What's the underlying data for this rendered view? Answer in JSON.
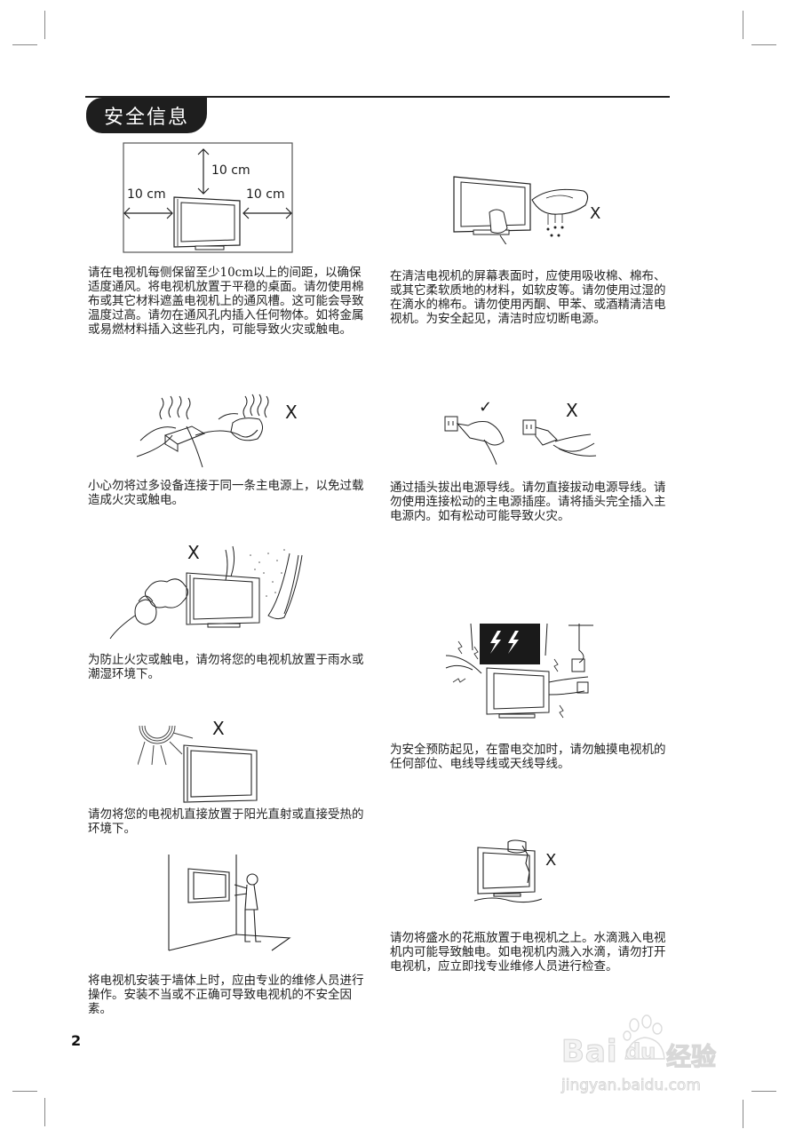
{
  "page": {
    "section_title": "安全信息",
    "page_number": "2"
  },
  "clearance_diagram": {
    "top_label": "10 cm",
    "left_label": "10 cm",
    "right_label": "10 cm"
  },
  "illustration_marks": {
    "not_allowed": "X",
    "allowed": "✓"
  },
  "left_column": [
    {
      "id": "ventilation",
      "text": "请在电视机每侧保留至少10cm以上的间距，以确保适度通风。将电视机放置于平稳的桌面。请勿使用棉布或其它材料遮盖电视机上的通风槽。这可能会导致温度过高。请勿在通风孔内插入任何物体。如将金属或易燃材料插入这些孔内，可能导致火灾或触电。"
    },
    {
      "id": "overload",
      "text": "小心勿将过多设备连接于同一条主电源上，以免过载造成火灾或触电。"
    },
    {
      "id": "moisture",
      "text": "为防止火灾或触电，请勿将您的电视机放置于雨水或潮湿环境下。"
    },
    {
      "id": "sunlight",
      "text": "请勿将您的电视机直接放置于阳光直射或直接受热的环境下。"
    },
    {
      "id": "wall_mount",
      "text": "将电视机安装于墙体上时，应由专业的维修人员进行操作。安装不当或不正确可导致电视机的不安全因素。"
    }
  ],
  "right_column": [
    {
      "id": "cleaning",
      "text": "在清洁电视机的屏幕表面时，应使用吸收棉、棉布、或其它柔软质地的材料，如软皮等。请勿使用过湿的在滴水的棉布。请勿使用丙酮、甲苯、或酒精清洁电视机。为安全起见，清洁时应切断电源。"
    },
    {
      "id": "plug",
      "text": "通过插头拔出电源导线。请勿直接拔动电源导线。请勿使用连接松动的主电源插座。请将插头完全插入主电源内。如有松动可能导致火灾。"
    },
    {
      "id": "lightning",
      "text": "为安全预防起见，在雷电交加时，请勿触摸电视机的任何部位、电线导线或天线导线。"
    },
    {
      "id": "vase",
      "text": "请勿将盛水的花瓶放置于电视机之上。水滴溅入电视机内可能导致触电。如电视机内溅入水滴，请勿打开电视机，应立即找专业维修人员进行检查。"
    }
  ],
  "watermark": {
    "brand": "Bai",
    "brand_mid": "du",
    "brand_cn": "经验",
    "url": "jingyan.baidu.com"
  },
  "colors": {
    "ink": "#1a1a1a",
    "title_pill_bg": "#1e1e1e",
    "title_pill_text": "#ffffff",
    "watermark": "#d8d8d8",
    "crop_marks": "#888888"
  }
}
